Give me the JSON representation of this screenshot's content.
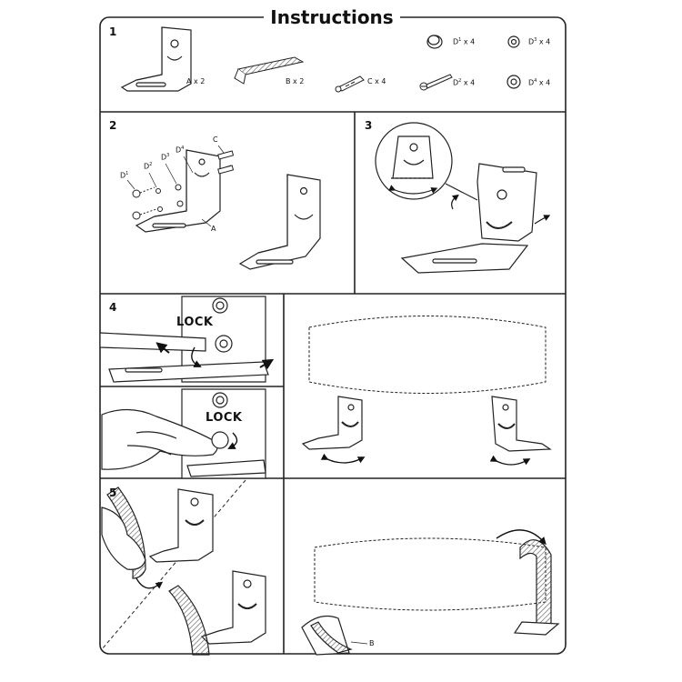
{
  "title": "Instructions",
  "steps": {
    "s1": "1",
    "s2": "2",
    "s3": "3",
    "s4": "4",
    "s5": "5"
  },
  "parts": {
    "a": "A x 2",
    "b": "B x 2",
    "c": "C x 4",
    "d1_base": "D",
    "d1_sup": "1",
    "d1_qty": "x 4",
    "d2_base": "D",
    "d2_sup": "2",
    "d2_qty": "x 4",
    "d3_base": "D",
    "d3_sup": "3",
    "d3_qty": "x 4",
    "d4_base": "D",
    "d4_sup": "4",
    "d4_qty": "x 4"
  },
  "step2_labels": {
    "c": "C",
    "d1": "D",
    "d1_sup": "1",
    "d2": "D",
    "d2_sup": "2",
    "d3": "D",
    "d3_sup": "3",
    "d4": "D",
    "d4_sup": "4",
    "a": "A"
  },
  "step4": {
    "lock_top": "LOCK",
    "lock_bottom": "LOCK"
  },
  "step5": {
    "b_label": "B"
  }
}
